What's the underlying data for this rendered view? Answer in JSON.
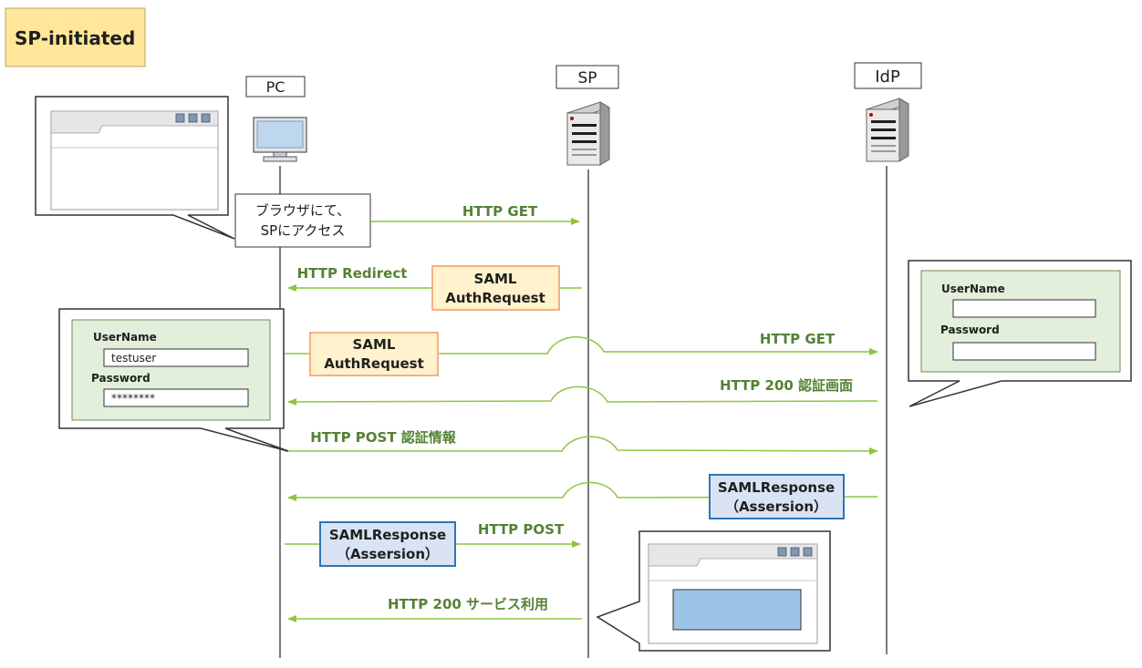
{
  "title": "SP-initiated",
  "actors": {
    "pc": "PC",
    "sp": "SP",
    "idp": "IdP"
  },
  "note_access": {
    "line1": "ブラウザにて、",
    "line2": "SPにアクセス"
  },
  "messages": {
    "m1": "HTTP GET",
    "m2": "HTTP Redirect",
    "m3": "HTTP GET",
    "m4": "HTTP 200 認証画面",
    "m5": "HTTP POST 認証情報",
    "m6": "HTTP POST",
    "m7": "HTTP 200 サービス利用"
  },
  "saml_auth_request": {
    "line1": "SAML",
    "line2": "AuthRequest"
  },
  "saml_response": {
    "line1": "SAMLResponse",
    "line2": "（Assersion）"
  },
  "login_form": {
    "username_label": "UserName",
    "password_label": "Password",
    "username_value": "testuser",
    "password_value": "********"
  },
  "colors": {
    "arrow": "#8dc63f",
    "message_text": "#548235",
    "title_bg": "#ffe699",
    "auth_request_bg": "#fff2cc",
    "auth_request_border": "#f4b183",
    "response_bg": "#dae3f3",
    "response_border": "#2e75b6",
    "form_bg": "#e2efda",
    "content_blue": "#9dc3e6"
  }
}
